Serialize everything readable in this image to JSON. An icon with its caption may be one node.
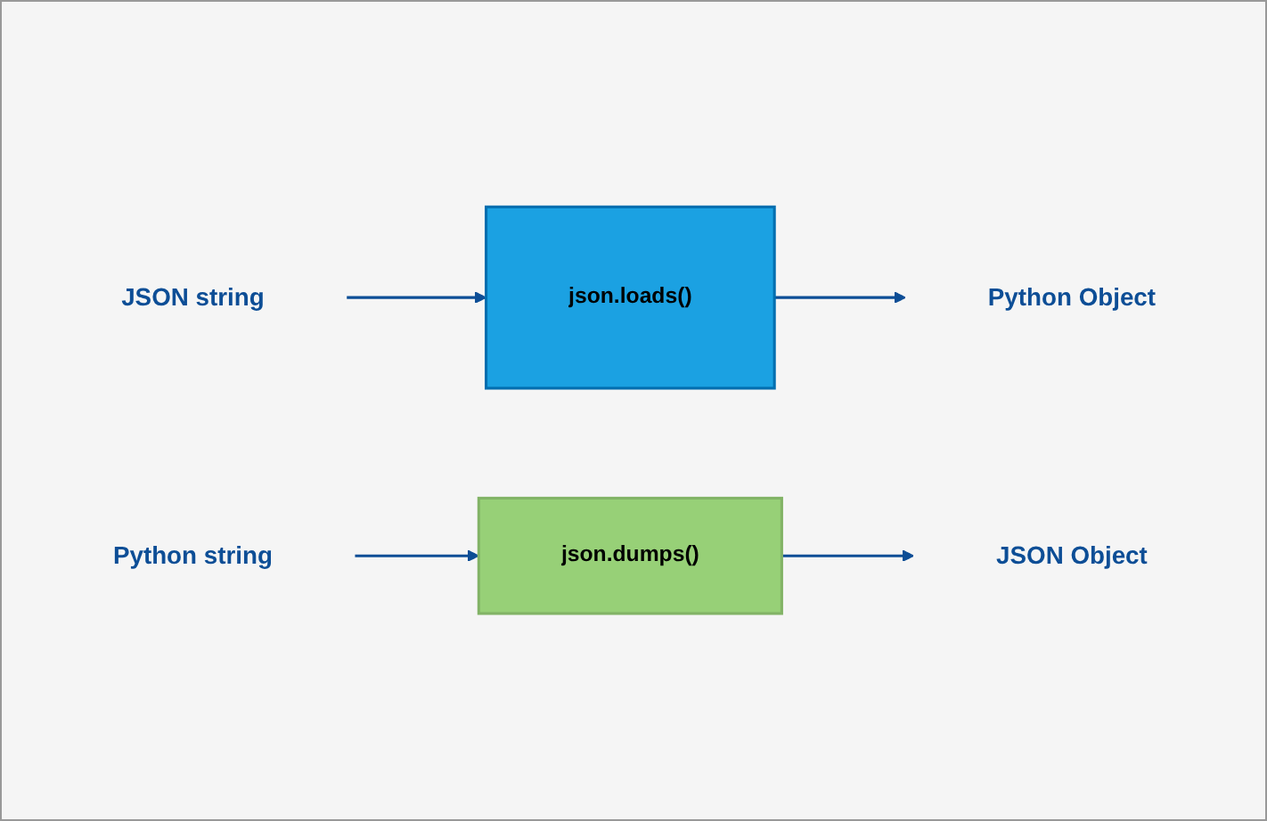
{
  "diagram": {
    "nodes": [
      {
        "text": [
          "JSON string"
        ]
      },
      {
        "text": [
          "json.loads()"
        ]
      },
      {
        "text": [
          "Python Object"
        ]
      },
      {
        "text": [
          "Python string"
        ]
      },
      {
        "text": [
          "json.dumps()"
        ]
      },
      {
        "text": [
          "JSON Object"
        ]
      }
    ],
    "edges": [
      {
        "from": 0,
        "to": 1,
        "arrow": "to"
      },
      {
        "from": 1,
        "to": 2,
        "arrow": "to"
      },
      {
        "from": 3,
        "to": 4,
        "arrow": "to"
      },
      {
        "from": 4,
        "to": 5,
        "arrow": "to"
      }
    ]
  }
}
